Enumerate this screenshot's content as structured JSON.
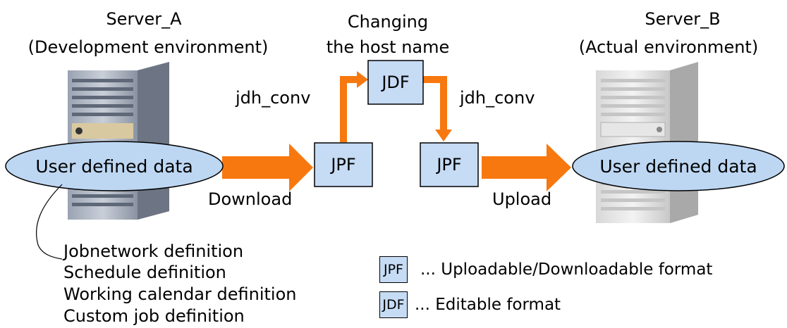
{
  "server_a": {
    "name": "Server_A",
    "env": "(Development environment)",
    "data_label": "User defined data"
  },
  "server_b": {
    "name": "Server_B",
    "env": "(Actual environment)",
    "data_label": "User defined data"
  },
  "flow": {
    "download_label": "Download",
    "upload_label": "Upload",
    "conv_left": "jdh_conv",
    "conv_right": "jdh_conv",
    "changing_line1": "Changing",
    "changing_line2": "the host name",
    "jpf_left": "JPF",
    "jdf_top": "JDF",
    "jpf_right": "JPF"
  },
  "definitions": [
    "Jobnetwork definition",
    "Schedule definition",
    "Working calendar definition",
    "Custom job definition"
  ],
  "legend": {
    "jpf_key": "JPF",
    "jpf_desc": "... Uploadable/Downloadable  format",
    "jdf_key": "JDF",
    "jdf_desc": "... Editable format"
  },
  "colors": {
    "arrow": "#f7780f",
    "box_fill": "#c6dbf4",
    "ellipse_fill": "#bdd7f3"
  }
}
